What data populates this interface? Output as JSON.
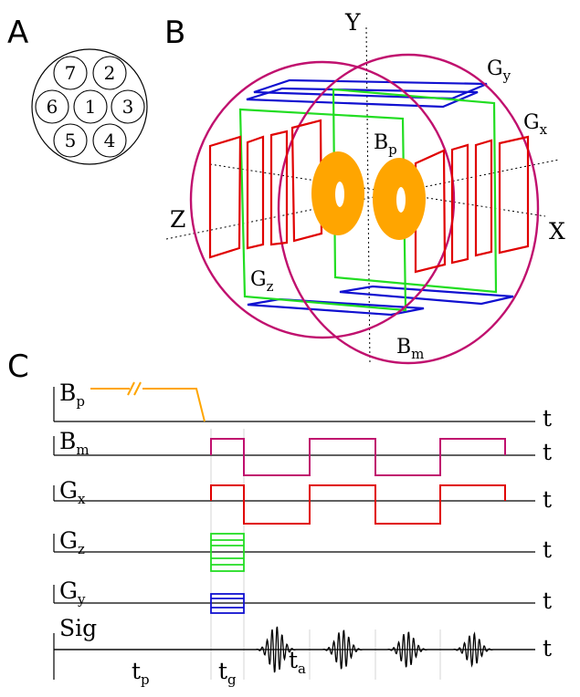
{
  "panels": {
    "a": "A",
    "b": "B",
    "c": "C"
  },
  "coil_array": {
    "channels": [
      "7",
      "2",
      "6",
      "1",
      "3",
      "5",
      "4"
    ]
  },
  "coil_diagram": {
    "axes": {
      "x": "X",
      "y": "Y",
      "z": "Z"
    },
    "labels": {
      "gy": {
        "main": "G",
        "sub": "y"
      },
      "gx": {
        "main": "G",
        "sub": "x"
      },
      "bp": {
        "main": "B",
        "sub": "p"
      },
      "gz": {
        "main": "G",
        "sub": "z"
      },
      "bm": {
        "main": "B",
        "sub": "m"
      }
    },
    "colors": {
      "bm_ring": "#c0106e",
      "gx_coil": "#e00000",
      "gz_coil": "#22dd22",
      "gy_coil": "#1010d0",
      "bp_coil": "#ffa500"
    }
  },
  "timing": {
    "channels": [
      {
        "main": "B",
        "sub": "p",
        "color": "#ffa500"
      },
      {
        "main": "B",
        "sub": "m",
        "color": "#c0106e"
      },
      {
        "main": "G",
        "sub": "x",
        "color": "#e00000"
      },
      {
        "main": "G",
        "sub": "z",
        "color": "#22dd22"
      },
      {
        "main": "G",
        "sub": "y",
        "color": "#1010d0"
      },
      {
        "main": "Sig",
        "sub": "",
        "color": "#000000"
      }
    ],
    "axis_label": "t",
    "phases": [
      {
        "main": "t",
        "sub": "p"
      },
      {
        "main": "t",
        "sub": "g"
      },
      {
        "main": "t",
        "sub": "a"
      }
    ]
  }
}
